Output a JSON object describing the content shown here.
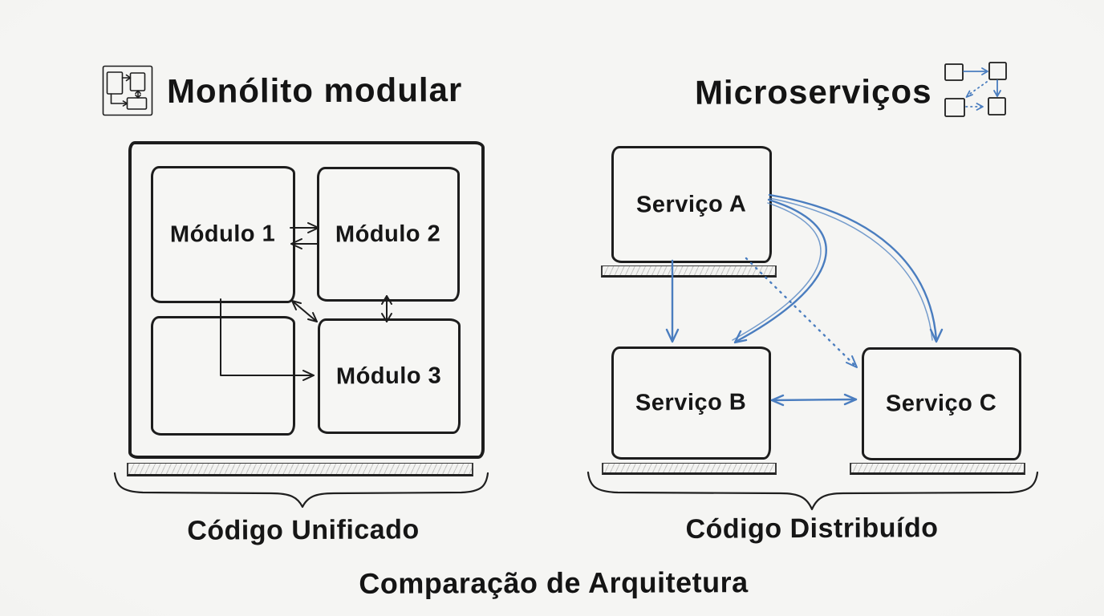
{
  "caption": "Comparação de Arquitetura",
  "left_panel": {
    "title": "Monólito modular",
    "modules": {
      "m1": "Módulo 1",
      "m2": "Módulo 2",
      "m3": "Módulo 3"
    },
    "footer_label": "Código Unificado",
    "relationships": [
      "Módulo 1 ↔ Módulo 2",
      "Módulo 2 ↔ Módulo 3",
      "Módulo 1 ↔ Módulo 3 (diagonal)",
      "Módulo 1 → Módulo 3 (conector em L)"
    ]
  },
  "right_panel": {
    "title": "Microserviços",
    "services": {
      "a": "Serviço A",
      "b": "Serviço B",
      "c": "Serviço C"
    },
    "footer_label": "Código Distribuído",
    "relationships": [
      "Serviço A → Serviço B (seta reta)",
      "Serviço A → Serviço B (seta curva)",
      "Serviço A → Serviço C (seta curva)",
      "Serviço A ⇢ Serviço C (seta pontilhada)",
      "Serviço B ↔ Serviço C"
    ]
  },
  "icons": {
    "left": "monolith-modules-icon",
    "right": "microservices-network-icon"
  },
  "colors": {
    "ink": "#1d1d1d",
    "accent_blue": "#4a7dbf",
    "background": "#f2f2f0"
  }
}
